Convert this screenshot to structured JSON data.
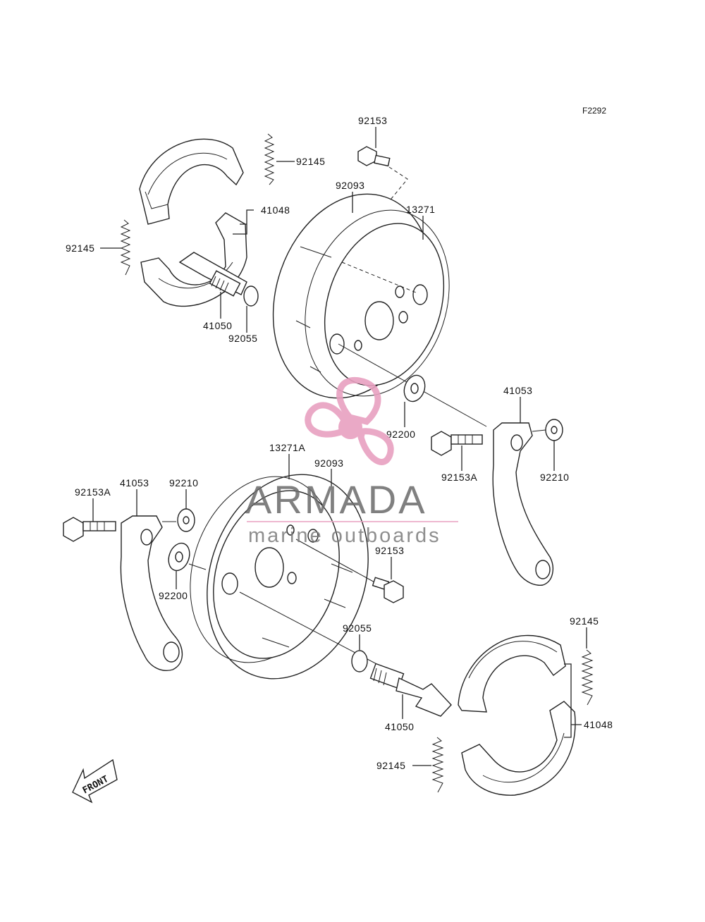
{
  "figure_code": "F2292",
  "watermark": {
    "title": "ARMADA",
    "subtitle": "marine outboards",
    "logo_color": "#e8a0c0"
  },
  "front_label": "FRONT",
  "callouts": [
    "92153",
    "92145",
    "92093",
    "13271",
    "41048",
    "92145",
    "41050",
    "92055",
    "92200",
    "41053",
    "92153A",
    "92210",
    "13271A",
    "92093",
    "92153A",
    "41053",
    "92210",
    "92200",
    "92153",
    "92055",
    "92145",
    "41048",
    "41050",
    "92145"
  ]
}
